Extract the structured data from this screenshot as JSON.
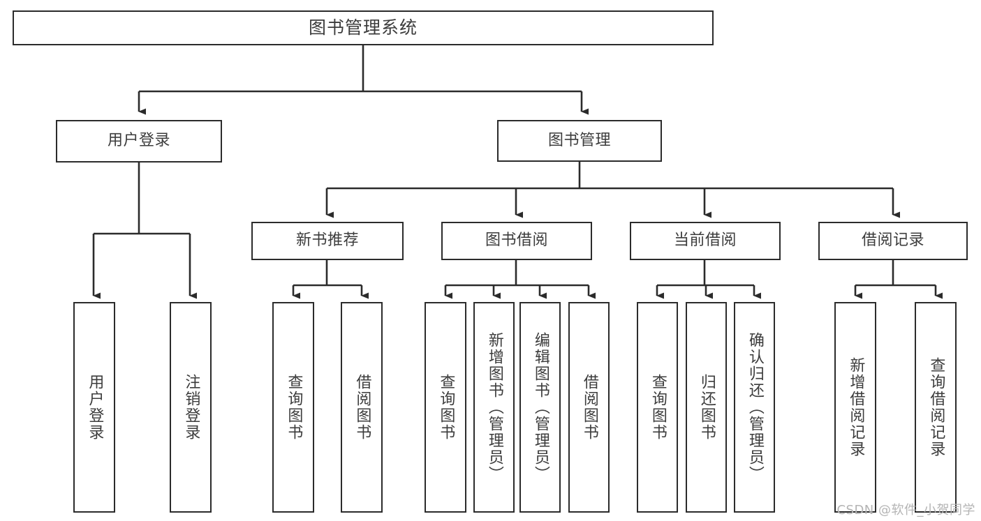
{
  "diagram": {
    "title": "图书管理系统",
    "type": "tree",
    "watermark": "CSDN @软件_小贺同学",
    "colors": {
      "border": "#2b2b2b",
      "text": "#3c3c3c",
      "connector": "#2b2b2b",
      "background": "#ffffff",
      "watermark": "#b4b4b4"
    },
    "root": {
      "label": "图书管理系统"
    },
    "level1": [
      {
        "label": "用户登录"
      },
      {
        "label": "图书管理"
      }
    ],
    "level2": [
      {
        "label": "新书推荐"
      },
      {
        "label": "图书借阅"
      },
      {
        "label": "当前借阅"
      },
      {
        "label": "借阅记录"
      }
    ],
    "leaves": {
      "user_login": [
        {
          "label": "用户登录"
        },
        {
          "label": "注销登录"
        }
      ],
      "new_book_recommend": [
        {
          "label": "查询图书"
        },
        {
          "label": "借阅图书"
        }
      ],
      "book_borrow": [
        {
          "label": "查询图书"
        },
        {
          "label": "新增图书（管理员）"
        },
        {
          "label": "编辑图书（管理员）"
        },
        {
          "label": "借阅图书"
        }
      ],
      "current_borrow": [
        {
          "label": "查询图书"
        },
        {
          "label": "归还图书"
        },
        {
          "label": "确认归还（管理员）"
        }
      ],
      "borrow_record": [
        {
          "label": "新增借阅记录"
        },
        {
          "label": "查询借阅记录"
        }
      ]
    }
  }
}
